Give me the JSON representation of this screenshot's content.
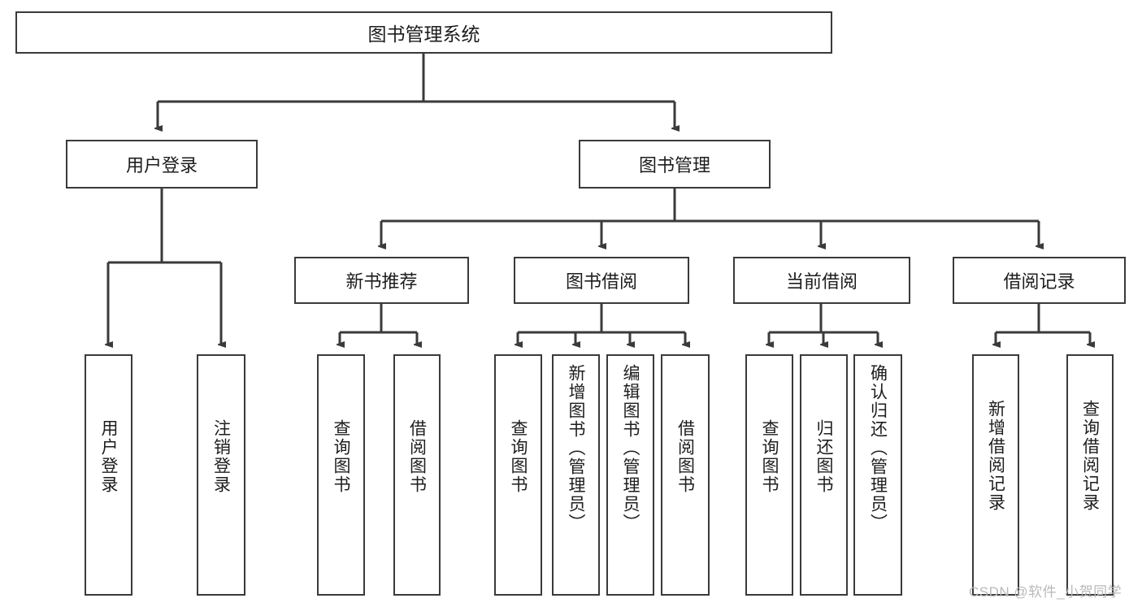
{
  "diagram": {
    "type": "tree-hierarchy",
    "title": "图书管理系统",
    "colors": {
      "stroke": "#3a3a3a",
      "fill": "#ffffff",
      "text": "#1d1d1d",
      "watermark": "#b9b9b9",
      "background": "#ffffff"
    },
    "root": {
      "label": "图书管理系统"
    },
    "level2": [
      {
        "label": "用户登录"
      },
      {
        "label": "图书管理"
      }
    ],
    "level3": [
      {
        "label": "新书推荐"
      },
      {
        "label": "图书借阅"
      },
      {
        "label": "当前借阅"
      },
      {
        "label": "借阅记录"
      }
    ],
    "leaves": [
      {
        "label": "用户登录",
        "parent": "用户登录"
      },
      {
        "label": "注销登录",
        "parent": "用户登录"
      },
      {
        "label": "查询图书",
        "parent": "新书推荐"
      },
      {
        "label": "借阅图书",
        "parent": "新书推荐"
      },
      {
        "label": "查询图书",
        "parent": "图书借阅"
      },
      {
        "label": "新增图书（管理员）",
        "parent": "图书借阅"
      },
      {
        "label": "编辑图书（管理员）",
        "parent": "图书借阅"
      },
      {
        "label": "借阅图书",
        "parent": "图书借阅"
      },
      {
        "label": "查询图书",
        "parent": "当前借阅"
      },
      {
        "label": "归还图书",
        "parent": "当前借阅"
      },
      {
        "label": "确认归还（管理员）",
        "parent": "当前借阅"
      },
      {
        "label": "新增借阅记录",
        "parent": "借阅记录"
      },
      {
        "label": "查询借阅记录",
        "parent": "借阅记录"
      }
    ],
    "watermark": "CSDN @软件_小贺同学"
  }
}
